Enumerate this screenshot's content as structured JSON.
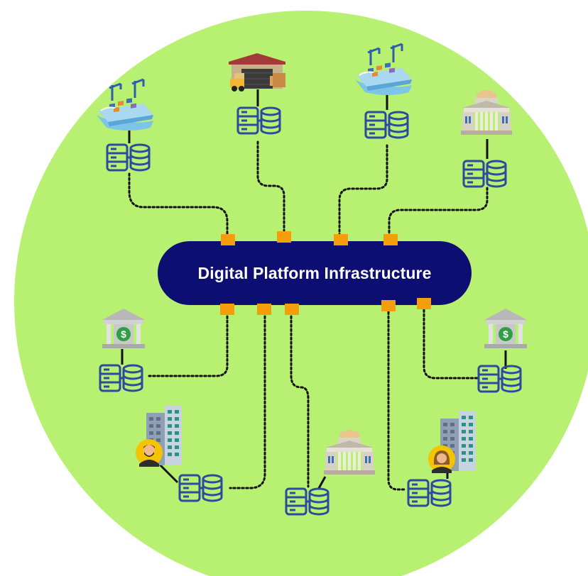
{
  "hub": {
    "label": "Digital Platform Infrastructure"
  },
  "colors": {
    "background_circle": "#b8f171",
    "hub": "#0c0e72",
    "connector": "#f59e0b",
    "link_line": "#111111",
    "database_icon": "#2b4aa0"
  },
  "nodes": [
    {
      "id": "port-left",
      "icon": "shipping-port-icon",
      "side": "top"
    },
    {
      "id": "warehouse",
      "icon": "warehouse-forklift-icon",
      "side": "top"
    },
    {
      "id": "port-right",
      "icon": "shipping-port-icon",
      "side": "top"
    },
    {
      "id": "government-top",
      "icon": "government-building-icon",
      "side": "top"
    },
    {
      "id": "bank-left",
      "icon": "bank-icon",
      "side": "bottom"
    },
    {
      "id": "company-man",
      "icon": "office-tower-with-man-icon",
      "side": "bottom"
    },
    {
      "id": "government-bottom",
      "icon": "government-building-icon",
      "side": "bottom"
    },
    {
      "id": "company-woman",
      "icon": "office-tower-with-woman-icon",
      "side": "bottom"
    },
    {
      "id": "bank-right",
      "icon": "bank-icon",
      "side": "bottom"
    }
  ]
}
